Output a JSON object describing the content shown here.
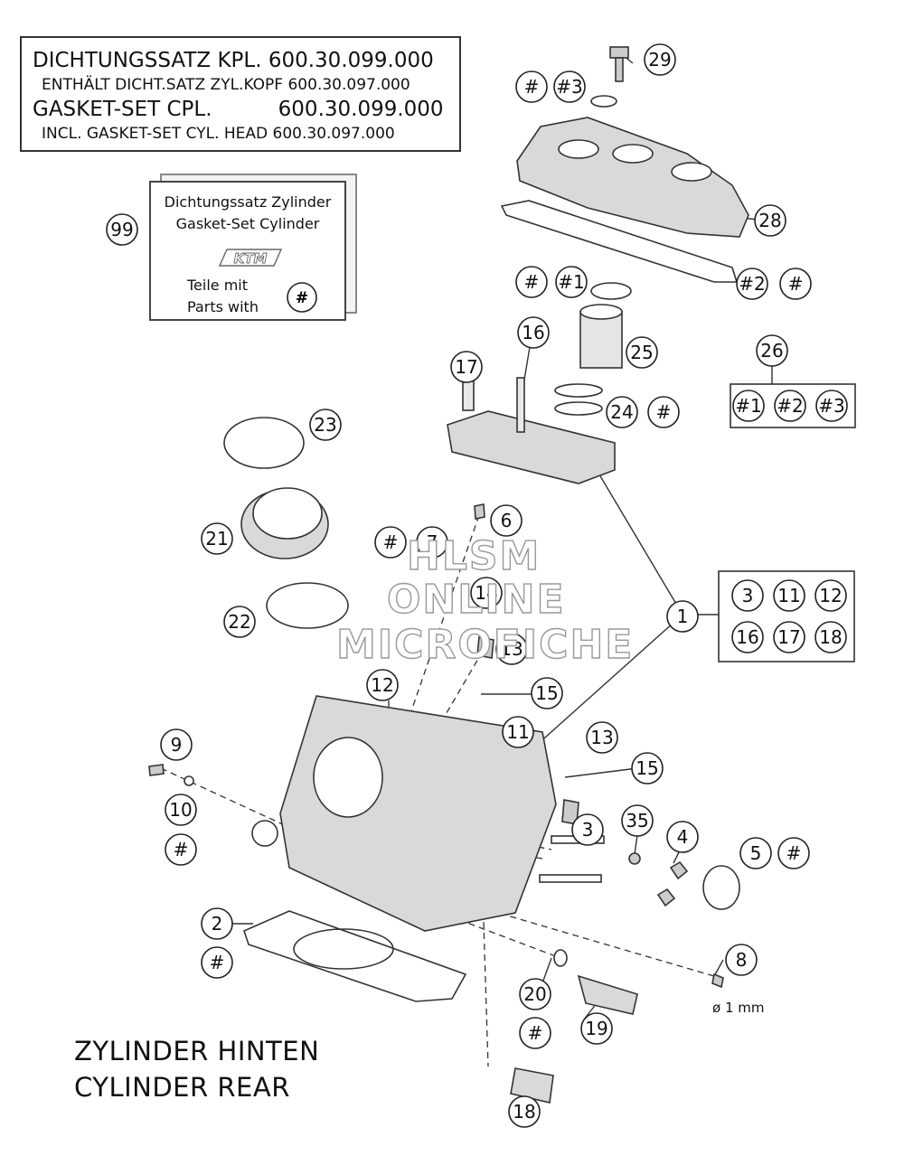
{
  "header": {
    "line1": "DICHTUNGSSATZ KPL. 600.30.099.000",
    "line2": "ENTHÄLT DICHT.SATZ ZYL.KOPF 600.30.097.000",
    "line3": "GASKET-SET CPL.          600.30.099.000",
    "line4": "INCL. GASKET-SET CYL. HEAD 600.30.097.000"
  },
  "kit": {
    "title_de": "Dichtungssatz Zylinder",
    "title_en": "Gasket-Set Cylinder",
    "brand": "KTM",
    "note_de": "Teile mit",
    "note_en": "Parts with",
    "marker": "#",
    "ref": "99"
  },
  "callouts": {
    "c29": "29",
    "c28": "28",
    "c25": "25",
    "c24": "24",
    "c26": "26",
    "c23": "23",
    "c21": "21",
    "c22": "22",
    "c16": "16",
    "c17": "17",
    "c1": "1",
    "c6": "6",
    "c7": "7",
    "c14": "14",
    "c13a": "13",
    "c15a": "15",
    "c12": "12",
    "c11": "11",
    "c13b": "13",
    "c15b": "15",
    "c9": "9",
    "c10": "10",
    "c3": "3",
    "c35": "35",
    "c4": "4",
    "c5": "5",
    "c2": "2",
    "c8": "8",
    "c20": "20",
    "c19": "19",
    "c18": "18"
  },
  "markers": {
    "m29a": "#",
    "m29b": "#3",
    "m25a": "#",
    "m25b": "#1",
    "m28a": "#2",
    "m28b": "#",
    "m24": "#",
    "m7": "#",
    "m10": "#",
    "m5": "#",
    "m2": "#",
    "m20": "#",
    "k26a": "#1",
    "k26b": "#2",
    "k26c": "#3"
  },
  "group1": [
    "3",
    "11",
    "12",
    "16",
    "17",
    "18"
  ],
  "dimension": "ø 1 mm",
  "footer": {
    "de": "ZYLINDER HINTEN",
    "en": "CYLINDER REAR"
  },
  "watermark": [
    "HLSM",
    "ONLINE",
    "MICROFICHE"
  ],
  "colors": {
    "ink": "#111111",
    "line": "#333333",
    "fill": "#d9d9d9",
    "watermark_stroke": "#999999"
  }
}
